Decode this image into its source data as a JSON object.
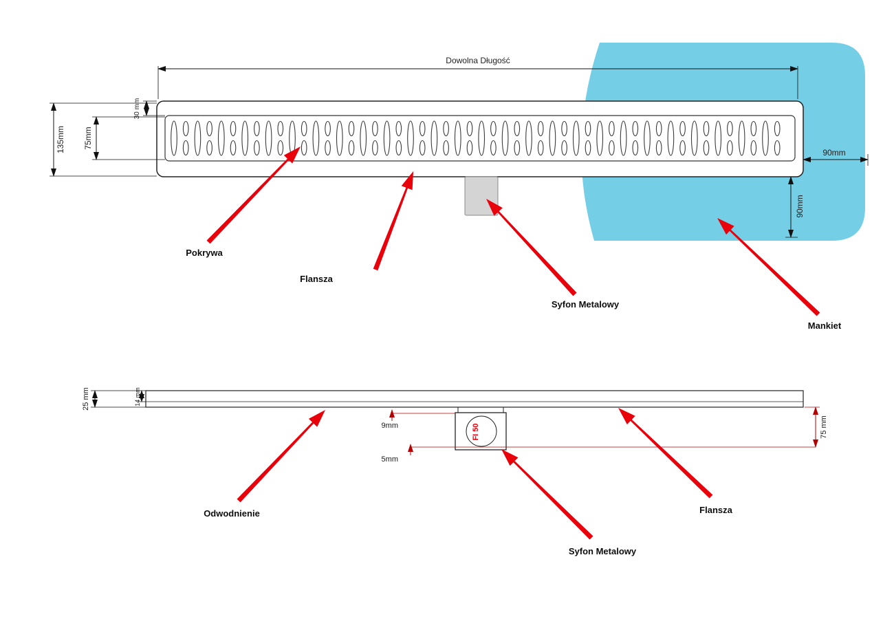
{
  "colors": {
    "accent_blue": "#74cfe6",
    "arrow_red": "#e8000b",
    "dim_red": "#b30000",
    "line_black": "#111111"
  },
  "top_view": {
    "dims": {
      "length": "Dowolna Długość",
      "height_total": "135mm",
      "height_grate": "75mm",
      "flange_top": "30 mm",
      "offset_h": "90mm",
      "offset_v": "90mm"
    },
    "labels": {
      "cover": "Pokrywa",
      "flange": "Flansza",
      "siphon": "Syfon Metalowy",
      "cuff": "Mankiet"
    }
  },
  "side_view": {
    "dims": {
      "height_total": "25 mm",
      "height_inner": "14 mm",
      "step": "9mm",
      "gap": "5mm",
      "depth": "75 mm",
      "pipe": "FI 50"
    },
    "labels": {
      "drain": "Odwodnienie",
      "siphon": "Syfon Metalowy",
      "flange": "Flansza"
    }
  }
}
